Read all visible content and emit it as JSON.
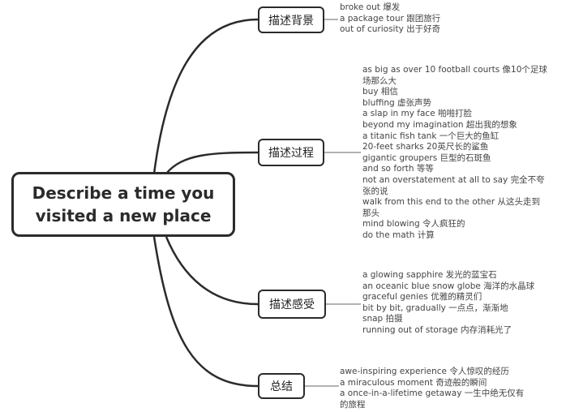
{
  "central": {
    "line1": "Describe a time you",
    "line2": "visited a new place"
  },
  "branches": [
    {
      "label": "描述背景",
      "lines": [
        "broke out 爆发",
        "a package tour 跟团旅行",
        "out of curiosity 出于好奇"
      ]
    },
    {
      "label": "描述过程",
      "lines": [
        "as big as over 10 football courts 像10个足球",
        "场那么大",
        "buy 相信",
        "bluffing 虚张声势",
        "a slap in my face 啪啪打脸",
        "beyond my imagination 超出我的想象",
        "a titanic fish tank 一个巨大的鱼缸",
        "20-feet sharks 20英尺长的鲨鱼",
        "gigantic groupers 巨型的石斑鱼",
        "and so forth 等等",
        "not an overstatement at all to say 完全不夸",
        "张的说",
        "walk from this end to the other 从这头走到",
        "那头",
        "mind blowing 令人疯狂的",
        "do the math 计算"
      ]
    },
    {
      "label": "描述感受",
      "lines": [
        "a glowing sapphire 发光的蓝宝石",
        "an oceanic blue snow globe  海洋的水晶球",
        "graceful genies 优雅的精灵们",
        "bit by bit, gradually 一点点，渐渐地",
        "snap 拍摄",
        "running out of storage 内存消耗光了"
      ]
    },
    {
      "label": "总结",
      "lines": [
        "awe-inspiring experience 令人惊叹的经历",
        "a miraculous moment  奇迹般的瞬间",
        "a once-in-a-lifetime getaway 一生中绝无仅有",
        "的旅程"
      ]
    }
  ]
}
